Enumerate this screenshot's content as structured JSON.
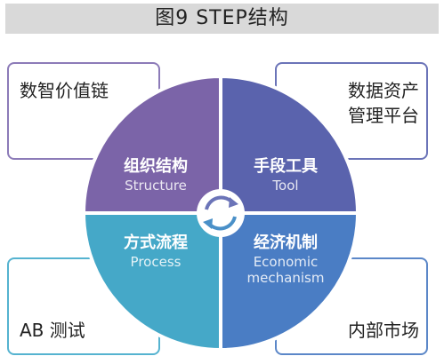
{
  "title": "图9 STEP结构",
  "corners": {
    "top_left": "数智价值链",
    "top_right_line1": "数据资产",
    "top_right_line2": "管理平台",
    "bottom_left": "AB 测试",
    "bottom_right": "内部市场"
  },
  "quadrants": {
    "structure": {
      "title": "组织结构",
      "subtitle": "Structure"
    },
    "tool": {
      "title": "手段工具",
      "subtitle": "Tool"
    },
    "process": {
      "title": "方式流程",
      "subtitle": "Process"
    },
    "economic": {
      "title": "经济机制",
      "subtitle_line1": "Economic",
      "subtitle_line2": "mechanism"
    }
  },
  "colors": {
    "structure": "#7b64a8",
    "tool": "#5a63ad",
    "process": "#45a8c8",
    "economic": "#4a7dc4",
    "box_top_left_border": "#8c7bb8",
    "box_top_right_border": "#6b74b8",
    "box_bottom_left_border": "#55b3d0",
    "box_bottom_right_border": "#5b87c8"
  },
  "icons": {
    "center": "cycle-arrows-icon"
  }
}
